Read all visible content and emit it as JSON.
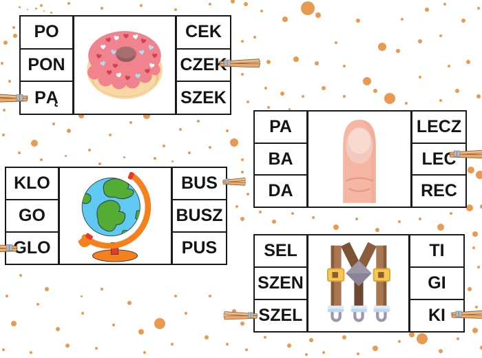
{
  "worksheet": {
    "language": "Polish",
    "cards": [
      {
        "image_icon": "donut-icon",
        "left": [
          "PO",
          "PON",
          "PĄ"
        ],
        "right": [
          "CEK",
          "CZEK",
          "SZEK"
        ]
      },
      {
        "image_icon": "finger-icon",
        "left": [
          "PA",
          "BA",
          "DA"
        ],
        "right": [
          "LECZ",
          "LEC",
          "REC"
        ]
      },
      {
        "image_icon": "globe-icon",
        "left": [
          "KLO",
          "GO",
          "GLO"
        ],
        "right": [
          "BUS",
          "BUSZ",
          "PUS"
        ]
      },
      {
        "image_icon": "suspenders-icon",
        "left": [
          "SEL",
          "SZEN",
          "SZEL"
        ],
        "right": [
          "TI",
          "GI",
          "KI"
        ]
      }
    ]
  },
  "colors": {
    "background": "#FFFFFF",
    "card_border": "#1A1A1A",
    "text": "#141414",
    "splatter": "#EA9950",
    "pin_wood": "#F3B277",
    "pin_metal": "#B3BAC0"
  },
  "decorations": {
    "clothespin_icon": "clothespin-icon",
    "splatters": [
      [
        447,
        12,
        10
      ],
      [
        462,
        22,
        4
      ],
      [
        520,
        30,
        3
      ],
      [
        414,
        28,
        4
      ],
      [
        380,
        16,
        2
      ],
      [
        357,
        6,
        3
      ],
      [
        620,
        14,
        3
      ],
      [
        646,
        6,
        2
      ],
      [
        584,
        28,
        2
      ],
      [
        673,
        30,
        3
      ],
      [
        695,
        12,
        2
      ],
      [
        60,
        8,
        2
      ],
      [
        100,
        5,
        2
      ],
      [
        148,
        12,
        2
      ],
      [
        205,
        8,
        2
      ],
      [
        255,
        14,
        2
      ],
      [
        305,
        6,
        2
      ],
      [
        28,
        10,
        1.5
      ],
      [
        40,
        14,
        1
      ],
      [
        52,
        12,
        1.5
      ],
      [
        64,
        16,
        1
      ],
      [
        74,
        18,
        1.5
      ],
      [
        338,
        2,
        3
      ],
      [
        8,
        62,
        3
      ],
      [
        3,
        92,
        2
      ],
      [
        14,
        118,
        2
      ],
      [
        6,
        160,
        2
      ],
      [
        20,
        40,
        2
      ],
      [
        22,
        52,
        3
      ],
      [
        352,
        60,
        2
      ],
      [
        370,
        54,
        2
      ],
      [
        390,
        90,
        3
      ],
      [
        430,
        86,
        4
      ],
      [
        460,
        92,
        3
      ],
      [
        488,
        62,
        2
      ],
      [
        500,
        96,
        2
      ],
      [
        533,
        118,
        6
      ],
      [
        566,
        143,
        8
      ],
      [
        545,
        132,
        3
      ],
      [
        555,
        68,
        6
      ],
      [
        578,
        74,
        3
      ],
      [
        610,
        60,
        3
      ],
      [
        640,
        52,
        2
      ],
      [
        652,
        96,
        2
      ],
      [
        680,
        90,
        3
      ],
      [
        695,
        140,
        3
      ],
      [
        664,
        132,
        3
      ],
      [
        640,
        146,
        2
      ],
      [
        610,
        112,
        2
      ],
      [
        590,
        150,
        2
      ],
      [
        500,
        140,
        2
      ],
      [
        470,
        128,
        3
      ],
      [
        440,
        140,
        2
      ],
      [
        410,
        136,
        3
      ],
      [
        386,
        128,
        2
      ],
      [
        360,
        148,
        2
      ],
      [
        352,
        108,
        2
      ],
      [
        50,
        208,
        5
      ],
      [
        100,
        190,
        3
      ],
      [
        78,
        180,
        2
      ],
      [
        130,
        218,
        2
      ],
      [
        160,
        196,
        2
      ],
      [
        213,
        168,
        5
      ],
      [
        118,
        168,
        4
      ],
      [
        190,
        178,
        2
      ],
      [
        238,
        212,
        2
      ],
      [
        262,
        188,
        2
      ],
      [
        288,
        176,
        2
      ],
      [
        305,
        214,
        2
      ],
      [
        330,
        190,
        2
      ],
      [
        340,
        207,
        6
      ],
      [
        352,
        232,
        2
      ],
      [
        225,
        230,
        2
      ],
      [
        180,
        228,
        1.5
      ],
      [
        145,
        238,
        2
      ],
      [
        60,
        232,
        2
      ],
      [
        28,
        222,
        2
      ],
      [
        5,
        196,
        2
      ],
      [
        95,
        226,
        1.5
      ],
      [
        250,
        234,
        1.5
      ],
      [
        275,
        222,
        2
      ],
      [
        352,
        250,
        2
      ],
      [
        360,
        282,
        2
      ],
      [
        344,
        300,
        2
      ],
      [
        352,
        318,
        3
      ],
      [
        684,
        247,
        5
      ],
      [
        697,
        254,
        6
      ],
      [
        682,
        302,
        5
      ],
      [
        690,
        340,
        4
      ],
      [
        668,
        282,
        2
      ],
      [
        655,
        310,
        2
      ],
      [
        640,
        330,
        5
      ],
      [
        610,
        318,
        2
      ],
      [
        580,
        322,
        2
      ],
      [
        548,
        334,
        3
      ],
      [
        518,
        318,
        2
      ],
      [
        488,
        330,
        4
      ],
      [
        455,
        316,
        2
      ],
      [
        425,
        310,
        2
      ],
      [
        398,
        322,
        3
      ],
      [
        378,
        308,
        2
      ],
      [
        700,
        300,
        3
      ],
      [
        672,
        260,
        2
      ],
      [
        30,
        400,
        2
      ],
      [
        68,
        420,
        3
      ],
      [
        20,
        470,
        4
      ],
      [
        84,
        478,
        3
      ],
      [
        120,
        455,
        2
      ],
      [
        98,
        502,
        3
      ],
      [
        140,
        506,
        2
      ],
      [
        188,
        440,
        3
      ],
      [
        232,
        470,
        8
      ],
      [
        205,
        482,
        4
      ],
      [
        255,
        430,
        2
      ],
      [
        270,
        455,
        2
      ],
      [
        300,
        490,
        3
      ],
      [
        330,
        500,
        2
      ],
      [
        358,
        508,
        2
      ],
      [
        165,
        472,
        2
      ],
      [
        55,
        442,
        2
      ],
      [
        10,
        430,
        2
      ],
      [
        148,
        420,
        2
      ],
      [
        118,
        430,
        1.5
      ],
      [
        250,
        500,
        2
      ],
      [
        210,
        512,
        2
      ],
      [
        305,
        430,
        2
      ],
      [
        340,
        452,
        3
      ],
      [
        352,
        470,
        3
      ],
      [
        5,
        508,
        2
      ],
      [
        45,
        512,
        2
      ],
      [
        420,
        502,
        3
      ],
      [
        452,
        494,
        3
      ],
      [
        500,
        490,
        3
      ],
      [
        545,
        506,
        4
      ],
      [
        580,
        496,
        2
      ],
      [
        613,
        492,
        8
      ],
      [
        598,
        486,
        4
      ],
      [
        640,
        510,
        3
      ],
      [
        470,
        512,
        2
      ],
      [
        520,
        514,
        2
      ],
      [
        665,
        492,
        2
      ],
      [
        690,
        480,
        4
      ],
      [
        700,
        505,
        3
      ],
      [
        385,
        490,
        2
      ],
      [
        445,
        515,
        2
      ],
      [
        688,
        360,
        2
      ],
      [
        695,
        388,
        2
      ],
      [
        682,
        420,
        3
      ],
      [
        692,
        446,
        2
      ],
      [
        390,
        156,
        2
      ],
      [
        420,
        158,
        1.5
      ]
    ]
  }
}
